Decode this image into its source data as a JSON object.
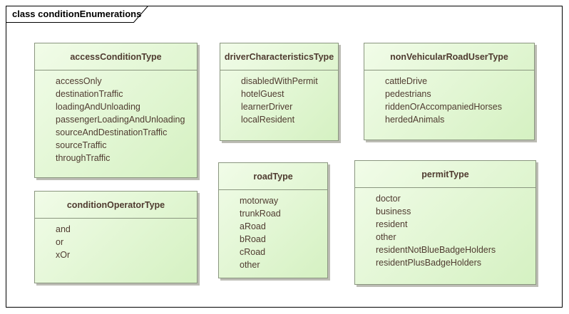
{
  "diagram": {
    "frame_label": "class conditionEnumerations",
    "colors": {
      "fill_light": "#f1fce8",
      "fill_dark": "#d5f1c2",
      "box_border": "#8a967f",
      "box_shadow": "#bcbcb4",
      "text": "#4f3b30",
      "frame_border": "#000000"
    },
    "enumerations": [
      {
        "name": "accessConditionType",
        "values": [
          "accessOnly",
          "destinationTraffic",
          "loadingAndUnloading",
          "passengerLoadingAndUnloading",
          "sourceAndDestinationTraffic",
          "sourceTraffic",
          "throughTraffic"
        ]
      },
      {
        "name": "driverCharacteristicsType",
        "values": [
          "disabledWithPermit",
          "hotelGuest",
          "learnerDriver",
          "localResident"
        ]
      },
      {
        "name": "nonVehicularRoadUserType",
        "values": [
          "cattleDrive",
          "pedestrians",
          "riddenOrAccompaniedHorses",
          "herdedAnimals"
        ]
      },
      {
        "name": "roadType",
        "values": [
          "motorway",
          "trunkRoad",
          "aRoad",
          "bRoad",
          "cRoad",
          "other"
        ]
      },
      {
        "name": "permitType",
        "values": [
          "doctor",
          "business",
          "resident",
          "other",
          "residentNotBlueBadgeHolders",
          "residentPlusBadgeHolders"
        ]
      },
      {
        "name": "conditionOperatorType",
        "values": [
          "and",
          "or",
          "xOr"
        ]
      }
    ]
  }
}
